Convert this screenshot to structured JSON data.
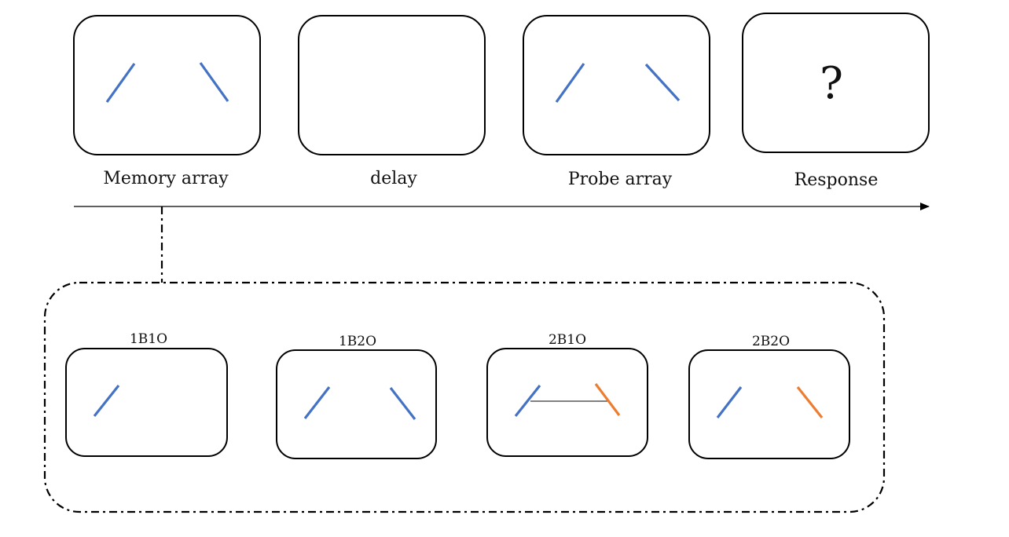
{
  "colors": {
    "blue": "#4472C4",
    "orange": "#ED7D31",
    "stroke": "#000000"
  },
  "timeline": {
    "stages": [
      {
        "label": "Memory array",
        "content": "two-bars"
      },
      {
        "label": "delay",
        "content": "empty"
      },
      {
        "label": "Probe array",
        "content": "two-bars"
      },
      {
        "label": "Response",
        "content": "question-mark",
        "symbol": "?"
      }
    ]
  },
  "conditions": [
    {
      "label": "1B1O",
      "bars": [
        "blue"
      ],
      "connected": false
    },
    {
      "label": "1B2O",
      "bars": [
        "blue",
        "blue"
      ],
      "connected": false
    },
    {
      "label": "2B1O",
      "bars": [
        "blue",
        "orange"
      ],
      "connected": true
    },
    {
      "label": "2B2O",
      "bars": [
        "blue",
        "orange"
      ],
      "connected": false
    }
  ]
}
